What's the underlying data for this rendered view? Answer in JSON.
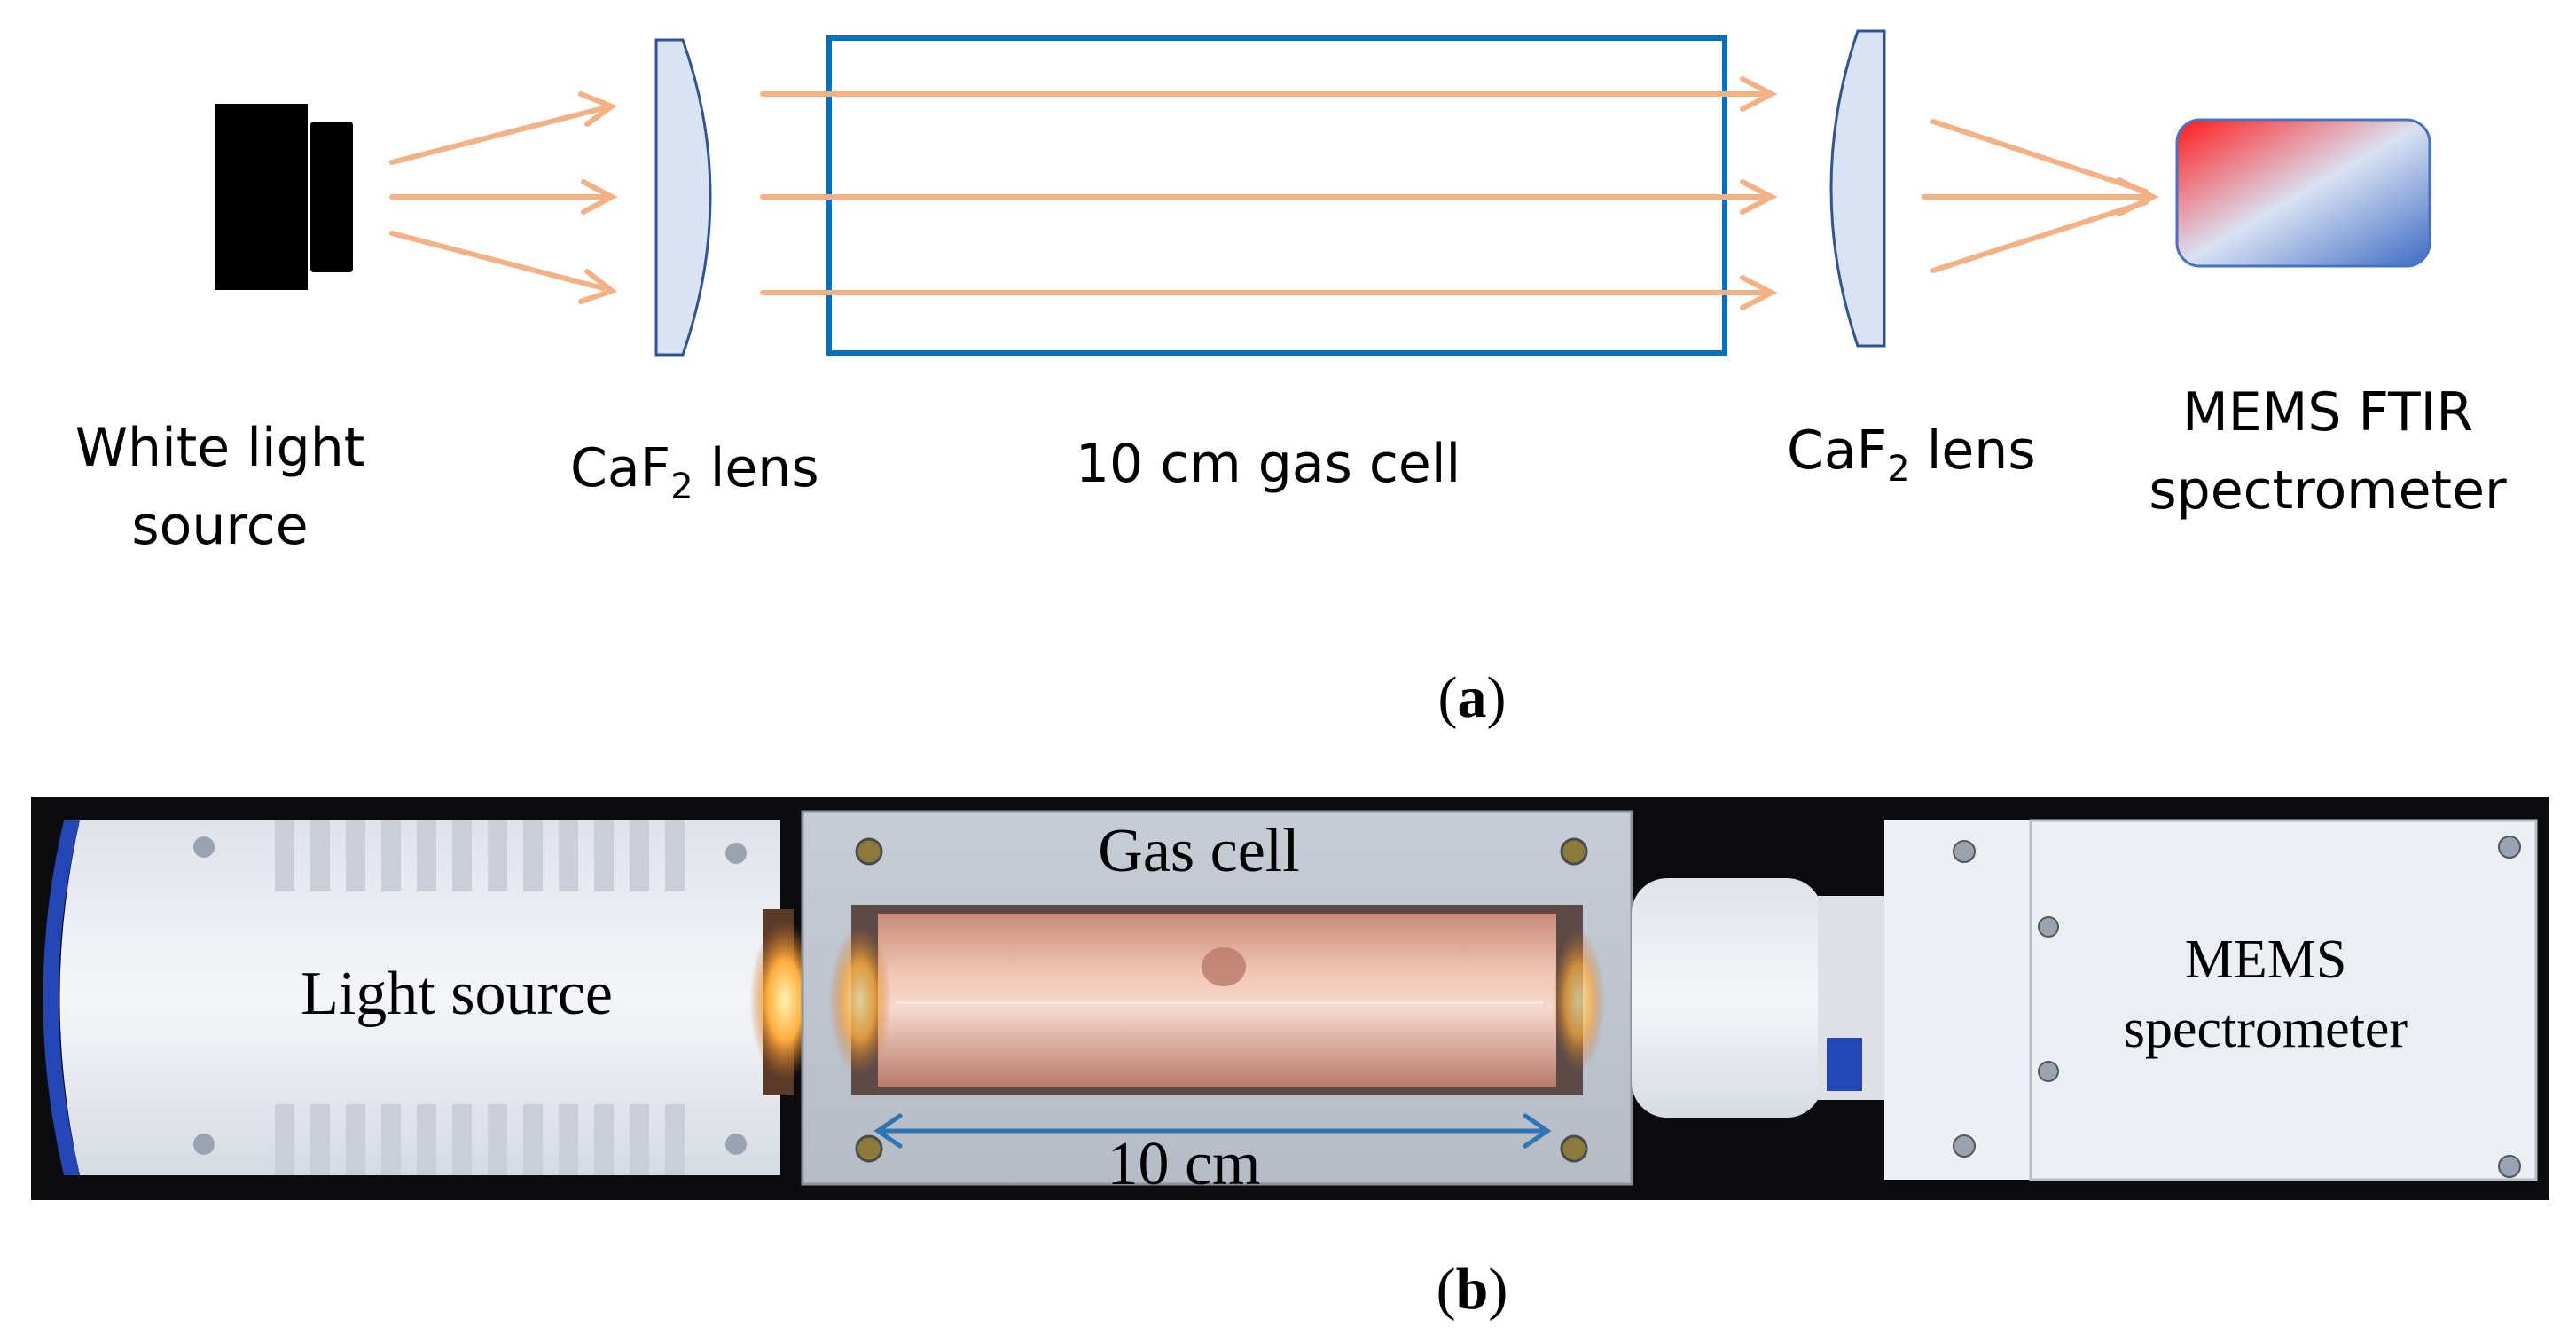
{
  "panel_a": {
    "labels": {
      "source_line1": "White light",
      "source_line2": "source",
      "lens1_prefix": "CaF",
      "lens1_sub": "2",
      "lens1_suffix": " lens",
      "gas_cell": "10 cm gas cell",
      "lens2_prefix": "CaF",
      "lens2_sub": "2",
      "lens2_suffix": " lens",
      "spec_line1": "MEMS FTIR",
      "spec_line2": "spectrometer"
    },
    "caption_open": "(",
    "caption_letter": "a",
    "caption_close": ")"
  },
  "panel_b": {
    "labels": {
      "light_source": "Light source",
      "gas_cell": "Gas cell",
      "length": "10 cm",
      "spec_line1": "MEMS",
      "spec_line2": "spectrometer"
    },
    "caption_open": "(",
    "caption_letter": "b",
    "caption_close": ")"
  },
  "colors": {
    "beam": "#f4b183",
    "cell_outline": "#0070c0",
    "lens_fill": "#dae3f3",
    "lens_stroke": "#2f5597",
    "spec_red": "#ff0000",
    "spec_blue": "#4472c4",
    "dimension_arrow": "#2e75b6"
  }
}
